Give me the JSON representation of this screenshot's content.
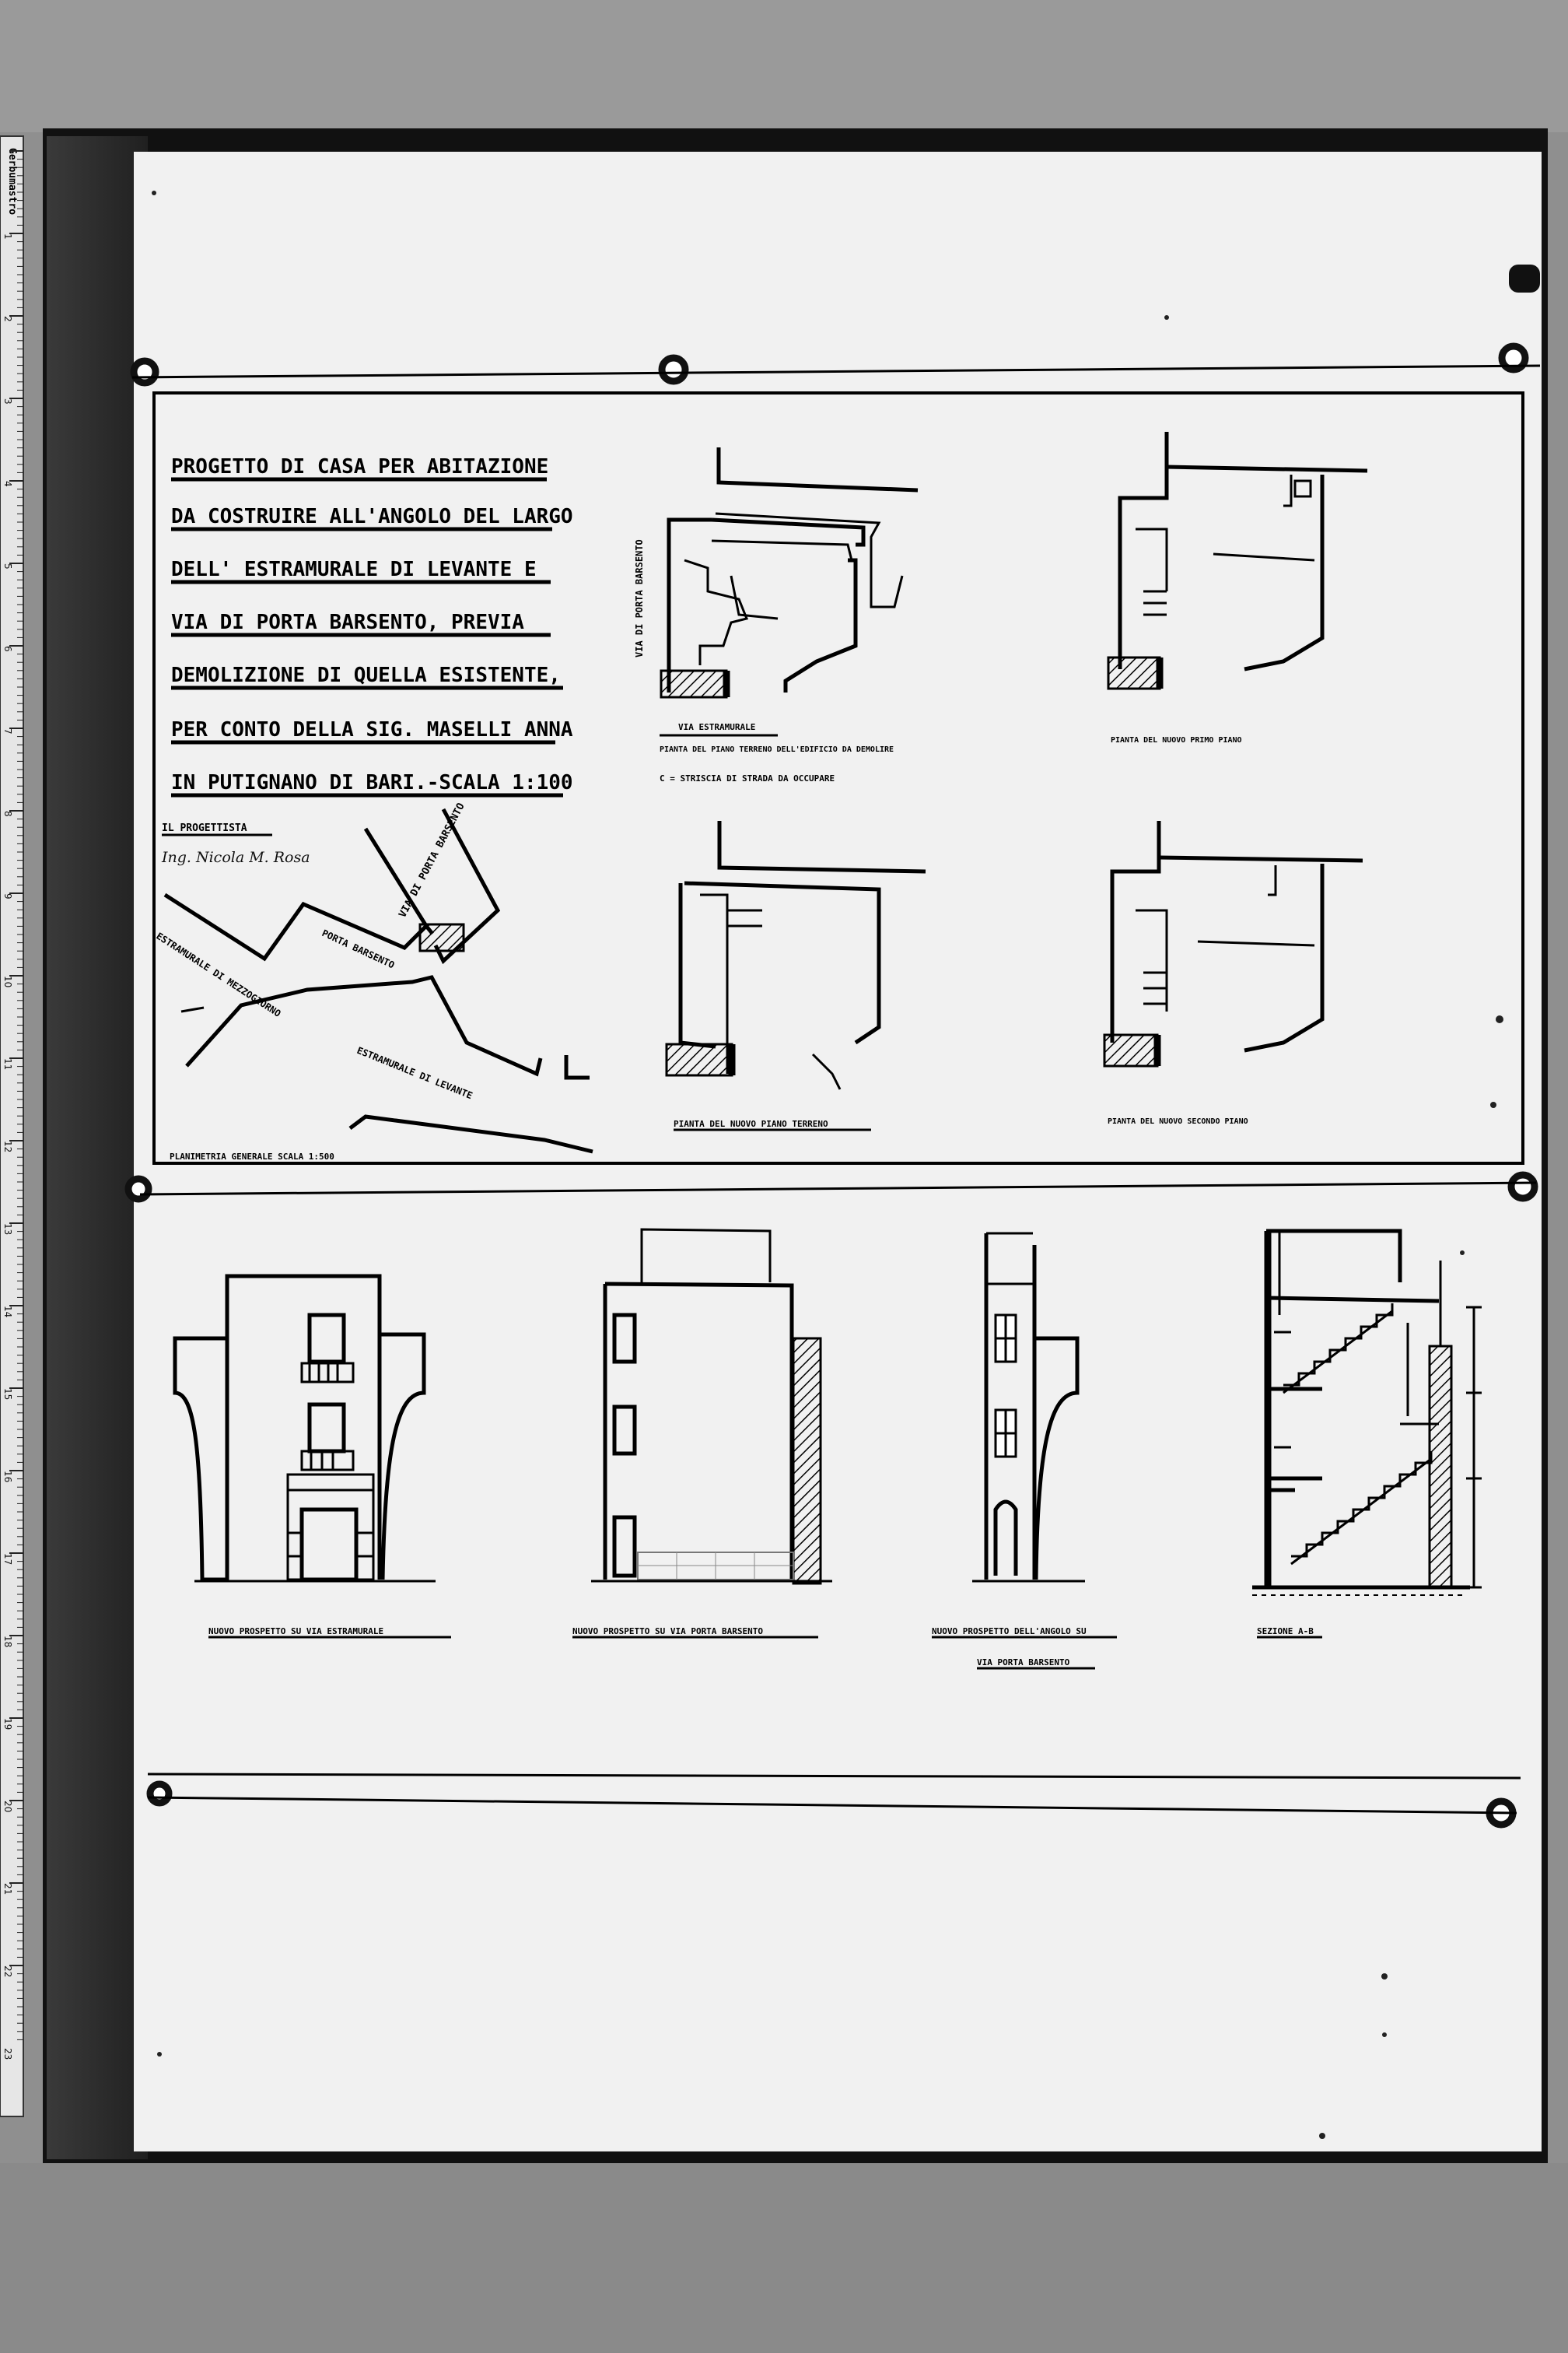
{
  "ruler": {
    "brand": "Gerbumastro",
    "ticks": [
      "1",
      "2",
      "3",
      "4",
      "5",
      "6",
      "7",
      "8",
      "9",
      "10",
      "11",
      "12",
      "13",
      "14",
      "15",
      "16",
      "17",
      "18",
      "19",
      "20",
      "21",
      "22",
      "23"
    ]
  },
  "title_block": {
    "lines": [
      "PROGETTO DI CASA PER ABITAZIONE",
      "DA COSTRUIRE ALL'ANGOLO DEL LARGO",
      "DELL' ESTRAMURALE DI LEVANTE E",
      "VIA DI PORTA BARSENTO, PREVIA",
      "DEMOLIZIONE DI QUELLA ESISTENTE,",
      "PER CONTO DELLA SIG. MASELLI ANNA",
      "IN PUTIGNANO DI BARI.-SCALA 1:100"
    ],
    "designer_label": "IL PROGETTISTA",
    "signature": "Ing. Nicola M. Rosa"
  },
  "site_plan": {
    "labels": {
      "via_porta_barsento": "VIA DI PORTA BARSENTO",
      "porta_barsento": "PORTA BARSENTO",
      "estramurale_mezzogiorno": "ESTRAMURALE DI MEZZOGIORNO",
      "estramurale_levante": "ESTRAMURALE DI LEVANTE"
    },
    "caption": "PLANIMETRIA GENERALE SCALA 1:500"
  },
  "plans": {
    "existing": {
      "side_label": "VIA DI PORTA BARSENTO",
      "street_label": "VIA ESTRAMURALE",
      "caption": "PIANTA DEL PIANO TERRENO DELL'EDIFICIO DA DEMOLIRE",
      "note": "C = STRISCIA DI STRADA DA OCCUPARE"
    },
    "new_first": {
      "caption": "PIANTA DEL NUOVO PRIMO PIANO"
    },
    "new_ground": {
      "caption": "PIANTA DEL NUOVO PIANO TERRENO"
    },
    "new_second": {
      "caption": "PIANTA DEL NUOVO SECONDO PIANO"
    }
  },
  "elevations": {
    "estramurale": {
      "caption": "NUOVO PROSPETTO SU VIA ESTRAMURALE"
    },
    "barsento": {
      "caption": "NUOVO PROSPETTO SU VIA PORTA BARSENTO"
    },
    "corner": {
      "caption_line1": "NUOVO PROSPETTO DELL'ANGOLO SU",
      "caption_line2": "VIA PORTA BARSENTO"
    },
    "section": {
      "caption": "SEZIONE A-B"
    }
  }
}
